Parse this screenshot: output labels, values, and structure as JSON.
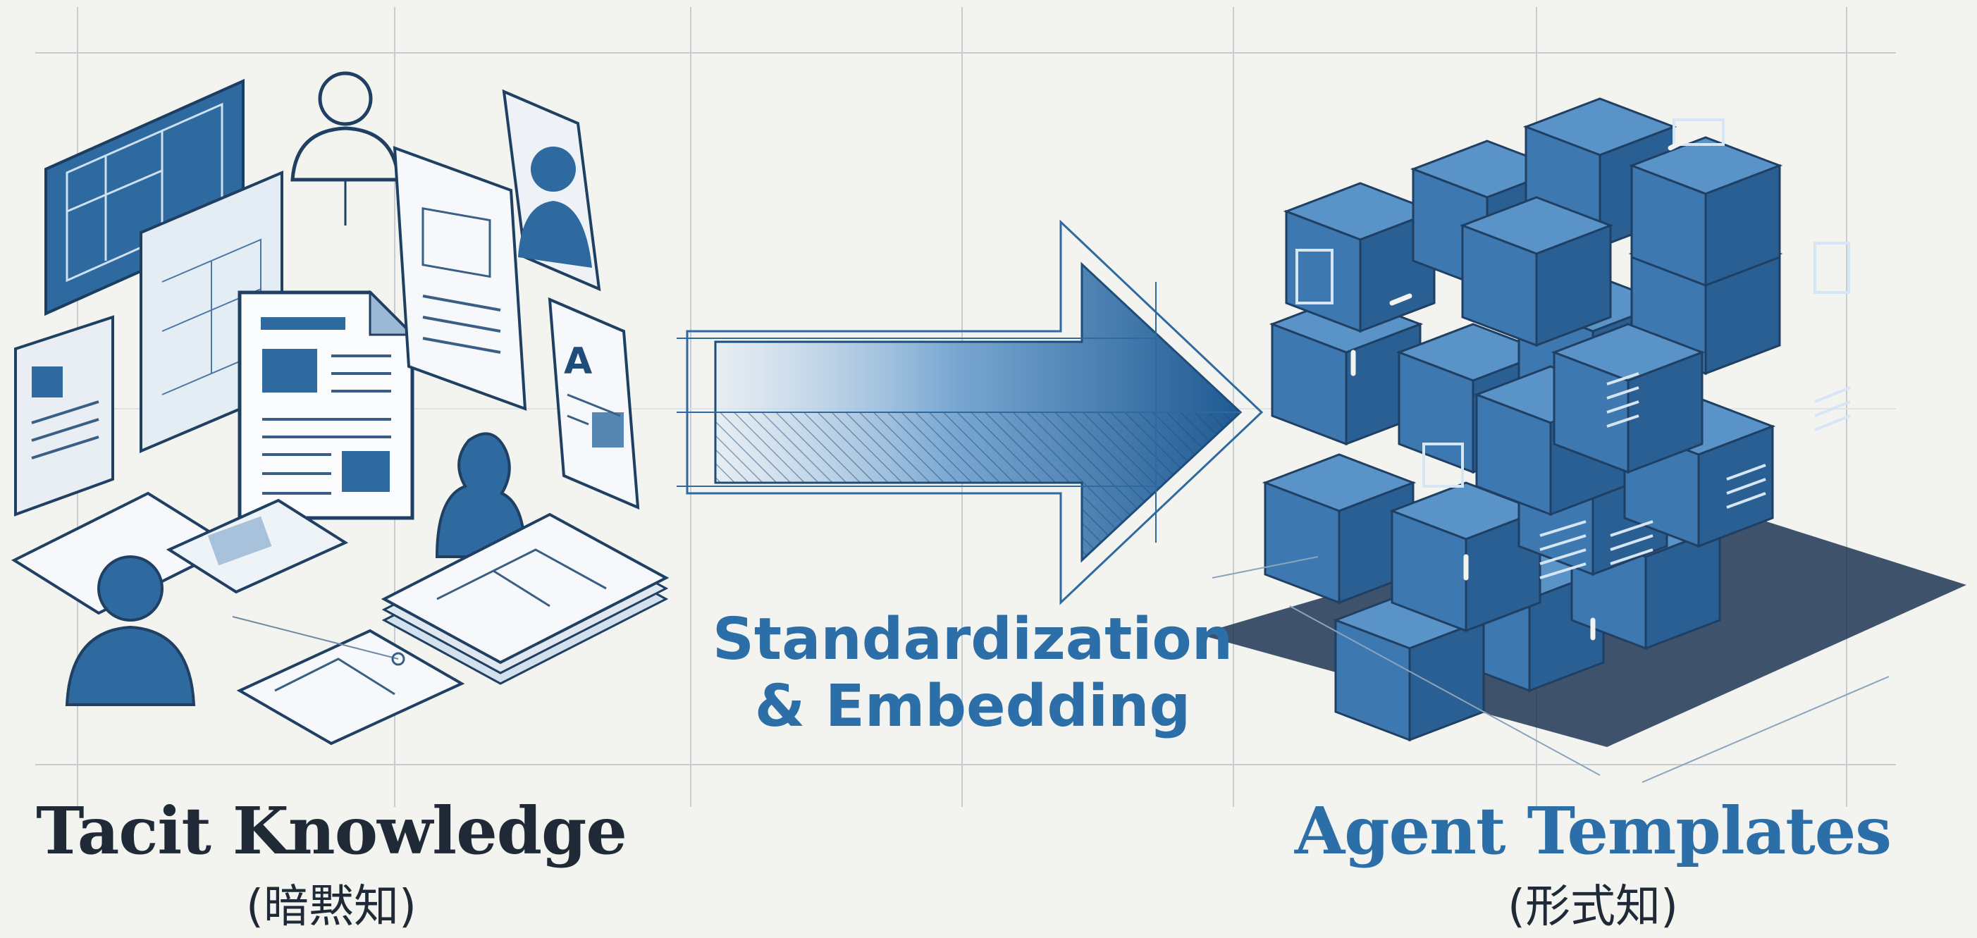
{
  "left": {
    "title": "Tacit Knowledge",
    "subtitle": "(暗黙知)"
  },
  "center": {
    "line1": "Standardization",
    "line2": "& Embedding"
  },
  "right": {
    "title": "Agent Templates",
    "subtitle": "(形式知)"
  },
  "colors": {
    "background": "#f3f3ef",
    "blue": "#2e6aa0",
    "dark_blue": "#1f4d7a",
    "light_blue": "#7aa8d2",
    "ink": "#1f2a36"
  },
  "icons": [
    "blueprint-sheet",
    "document-icon",
    "person-silhouette-icon",
    "floor-plan-icon",
    "arrow-icon",
    "cube-icon"
  ]
}
